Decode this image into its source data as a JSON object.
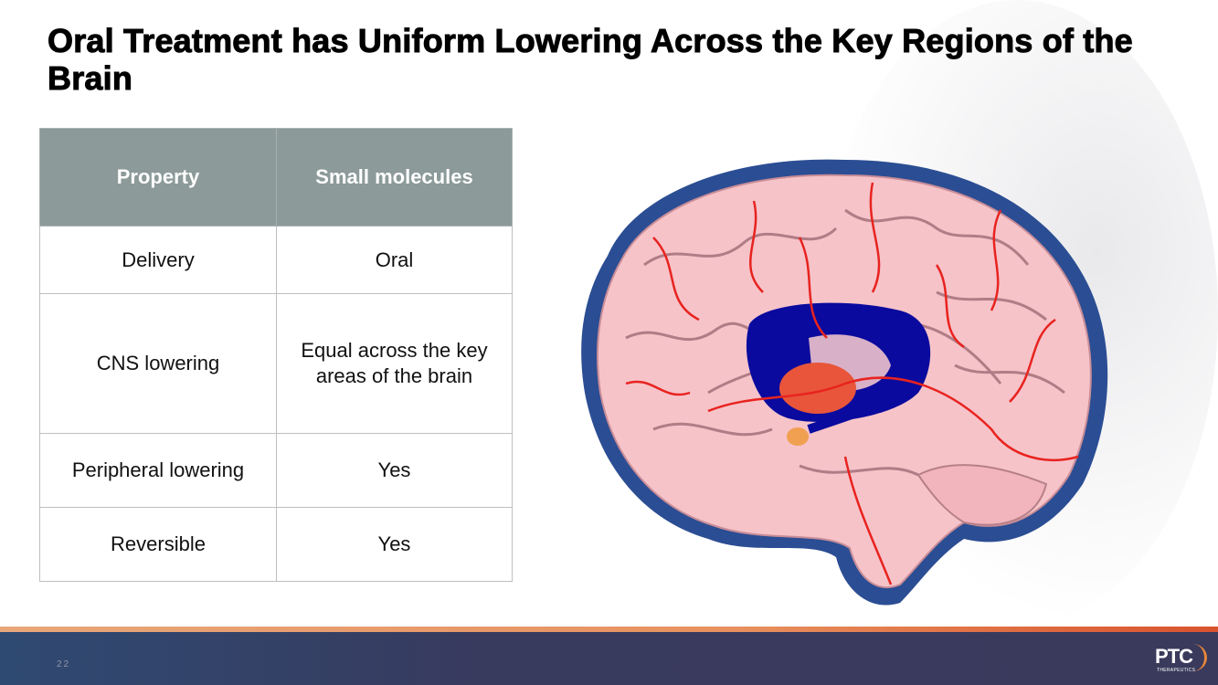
{
  "slide": {
    "title": "Oral Treatment has Uniform Lowering Across the Key Regions of the Brain",
    "page_number": "22"
  },
  "table": {
    "headers": [
      "Property",
      "Small molecules"
    ],
    "rows": [
      [
        "Delivery",
        "Oral"
      ],
      [
        "CNS lowering",
        "Equal across the key areas of the brain"
      ],
      [
        "Peripheral lowering",
        "Yes"
      ],
      [
        "Reversible",
        "Yes"
      ]
    ]
  },
  "logo": {
    "name": "PTC",
    "subtitle": "THERAPEUTICS"
  },
  "colors": {
    "header_bg": "#8c9a99",
    "brain_outline": "#2b4d93",
    "brain_fill": "#f6c3c9",
    "vessel": "#e8231f",
    "region_blue": "#0a0a9e",
    "accent_orange": "#e8915f",
    "footer": "#3a3a5c"
  }
}
